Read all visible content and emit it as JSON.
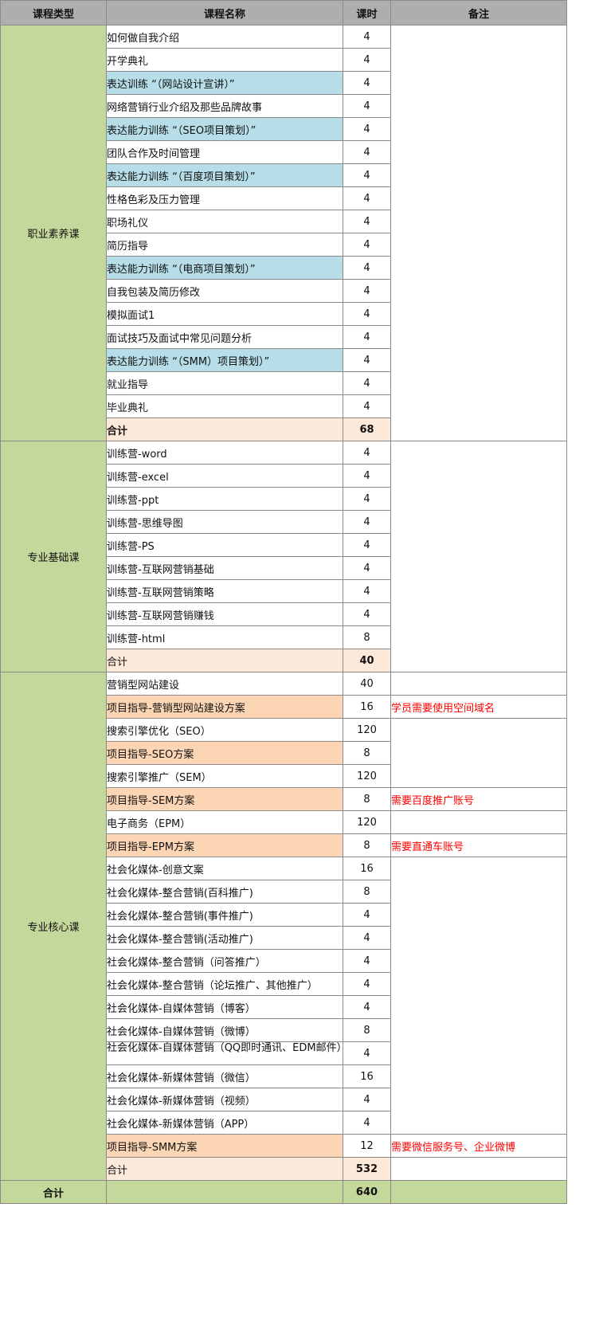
{
  "header": {
    "type": "课程类型",
    "name": "课程名称",
    "hours": "课时",
    "note": "备注"
  },
  "sections": [
    {
      "type": "职业素养课",
      "rows": [
        {
          "name": "如何做自我介绍",
          "hours": "4",
          "style": ""
        },
        {
          "name": "开学典礼",
          "hours": "4",
          "style": ""
        },
        {
          "name": "表达训练 “（网站设计宣讲）”",
          "hours": "4",
          "style": "blue"
        },
        {
          "name": "网络营销行业介绍及那些品牌故事",
          "hours": "4",
          "style": ""
        },
        {
          "name": "表达能力训练 “（SEO项目策划）”",
          "hours": "4",
          "style": "blue"
        },
        {
          "name": "团队合作及时间管理",
          "hours": "4",
          "style": ""
        },
        {
          "name": "表达能力训练 “（百度项目策划）”",
          "hours": "4",
          "style": "blue"
        },
        {
          "name": "性格色彩及压力管理",
          "hours": "4",
          "style": ""
        },
        {
          "name": "职场礼仪",
          "hours": "4",
          "style": ""
        },
        {
          "name": "简历指导",
          "hours": "4",
          "style": ""
        },
        {
          "name": "表达能力训练 “（电商项目策划）”",
          "hours": "4",
          "style": "blue"
        },
        {
          "name": "自我包装及简历修改",
          "hours": "4",
          "style": ""
        },
        {
          "name": "模拟面试1",
          "hours": "4",
          "style": ""
        },
        {
          "name": "面试技巧及面试中常见问题分析",
          "hours": "4",
          "style": ""
        },
        {
          "name": "表达能力训练 “（SMM）项目策划）”",
          "hours": "4",
          "style": "blue"
        },
        {
          "name": "就业指导",
          "hours": "4",
          "style": ""
        },
        {
          "name": "毕业典礼",
          "hours": "4",
          "style": ""
        }
      ],
      "subtotal": {
        "label": "合计",
        "hours": "68",
        "bold_label": true
      }
    },
    {
      "type": "专业基础课",
      "rows": [
        {
          "name": "训练营-word",
          "hours": "4",
          "style": ""
        },
        {
          "name": "训练营-excel",
          "hours": "4",
          "style": ""
        },
        {
          "name": "训练营-ppt",
          "hours": "4",
          "style": ""
        },
        {
          "name": "训练营-思维导图",
          "hours": "4",
          "style": ""
        },
        {
          "name": "训练营-PS",
          "hours": "4",
          "style": ""
        },
        {
          "name": "训练营-互联网营销基础",
          "hours": "4",
          "style": ""
        },
        {
          "name": "训练营-互联网营销策略",
          "hours": "4",
          "style": ""
        },
        {
          "name": "训练营-互联网营销赚钱",
          "hours": "4",
          "style": ""
        },
        {
          "name": "训练营-html",
          "hours": "8",
          "style": ""
        }
      ],
      "subtotal": {
        "label": "合计",
        "hours": "40",
        "bold_label": false
      }
    },
    {
      "type": "专业核心课",
      "rows": [
        {
          "name": "营销型网站建设",
          "hours": "40",
          "style": ""
        },
        {
          "name": "项目指导-营销型网站建设方案",
          "hours": "16",
          "style": "orange",
          "note": "学员需要使用空间域名"
        },
        {
          "name": "搜索引擎优化（SEO）",
          "hours": "120",
          "style": ""
        },
        {
          "name": "项目指导-SEO方案",
          "hours": "8",
          "style": "orange"
        },
        {
          "name": "搜索引擎推广（SEM）",
          "hours": "120",
          "style": ""
        },
        {
          "name": "项目指导-SEM方案",
          "hours": "8",
          "style": "orange",
          "note": "需要百度推广账号"
        },
        {
          "name": "电子商务（EPM）",
          "hours": "120",
          "style": ""
        },
        {
          "name": "项目指导-EPM方案",
          "hours": "8",
          "style": "orange",
          "note": "需要直通车账号"
        },
        {
          "name": "社会化媒体-创意文案",
          "hours": "16",
          "style": ""
        },
        {
          "name": "社会化媒体-整合营销(百科推广)",
          "hours": "8",
          "style": ""
        },
        {
          "name": "社会化媒体-整合营销(事件推广)",
          "hours": "4",
          "style": ""
        },
        {
          "name": "社会化媒体-整合营销(活动推广)",
          "hours": "4",
          "style": ""
        },
        {
          "name": "社会化媒体-整合营销（问答推广）",
          "hours": "4",
          "style": ""
        },
        {
          "name": "社会化媒体-整合营销（论坛推广、其他推广）",
          "hours": "4",
          "style": ""
        },
        {
          "name": "社会化媒体-自媒体营销（博客）",
          "hours": "4",
          "style": ""
        },
        {
          "name": "社会化媒体-自媒体营销（微博）",
          "hours": "8",
          "style": ""
        },
        {
          "name": "社会化媒体-自媒体营销（QQ即时通讯、EDM邮件）",
          "hours": "4",
          "style": "",
          "wrap": true
        },
        {
          "name": "社会化媒体-新媒体营销（微信）",
          "hours": "16",
          "style": ""
        },
        {
          "name": "社会化媒体-新媒体营销（视频）",
          "hours": "4",
          "style": ""
        },
        {
          "name": "社会化媒体-新媒体营销（APP）",
          "hours": "4",
          "style": ""
        },
        {
          "name": "项目指导-SMM方案",
          "hours": "12",
          "style": "orange",
          "note": "需要微信服务号、企业微博"
        }
      ],
      "subtotal": {
        "label": "合计",
        "hours": "532",
        "bold_label": false
      }
    }
  ],
  "grand_total": {
    "label": "合计",
    "hours": "640"
  }
}
